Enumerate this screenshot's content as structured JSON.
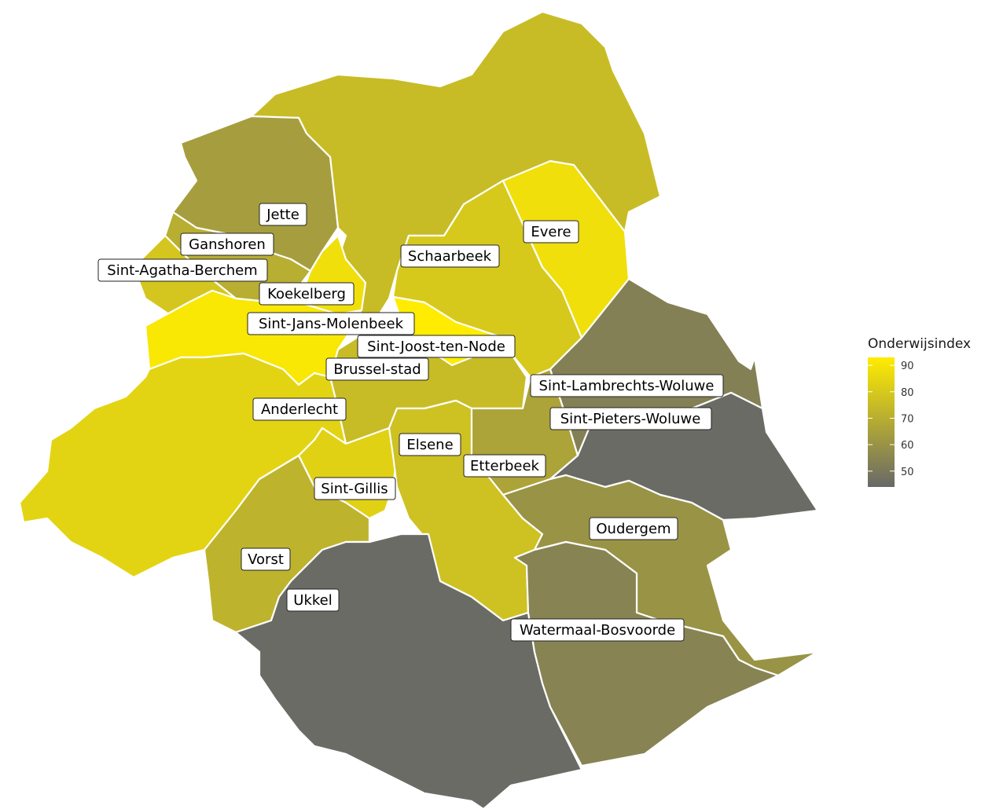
{
  "legend": {
    "title": "Onderwijsindex",
    "min": 44,
    "max": 93,
    "ticks": [
      50,
      60,
      70,
      80,
      90
    ],
    "low_color": "#686868",
    "high_color": "#ffec00"
  },
  "chart_data": {
    "type": "choropleth",
    "legend_title": "Onderwijsindex",
    "legend_placement": "right",
    "scale": [
      44,
      93
    ],
    "regions": [
      {
        "name": "Brussel-stad",
        "value": 75
      },
      {
        "name": "Schaarbeek",
        "value": 80
      },
      {
        "name": "Evere",
        "value": 88
      },
      {
        "name": "Jette",
        "value": 64
      },
      {
        "name": "Ganshoren",
        "value": 70
      },
      {
        "name": "Sint-Agatha-Berchem",
        "value": 79
      },
      {
        "name": "Koekelberg",
        "value": 88
      },
      {
        "name": "Sint-Jans-Molenbeek",
        "value": 91
      },
      {
        "name": "Sint-Joost-ten-Node",
        "value": 93
      },
      {
        "name": "Anderlecht",
        "value": 84
      },
      {
        "name": "Sint-Gillis",
        "value": 83
      },
      {
        "name": "Elsene",
        "value": 77
      },
      {
        "name": "Etterbeek",
        "value": 66
      },
      {
        "name": "Sint-Lambrechts-Woluwe",
        "value": 53
      },
      {
        "name": "Sint-Pieters-Woluwe",
        "value": 45
      },
      {
        "name": "Oudergem",
        "value": 60
      },
      {
        "name": "Vorst",
        "value": 72
      },
      {
        "name": "Ukkel",
        "value": 45
      },
      {
        "name": "Watermaal-Bosvoorde",
        "value": 54
      }
    ]
  }
}
